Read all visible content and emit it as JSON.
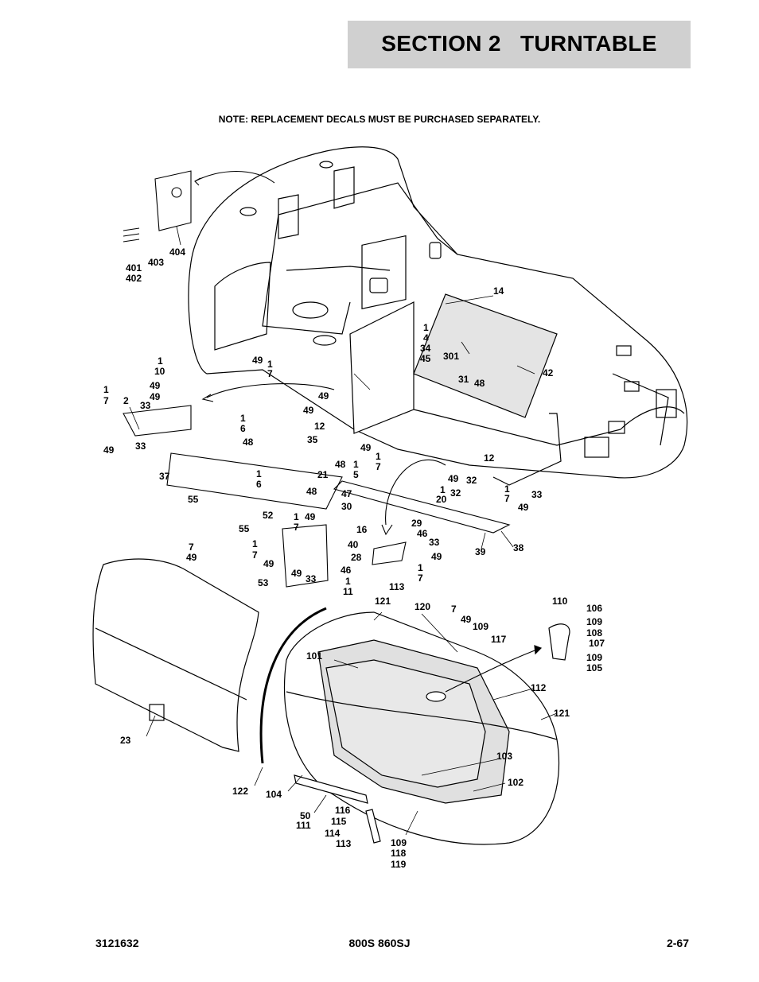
{
  "header": {
    "title": "SECTION 2   TURNTABLE"
  },
  "note": "NOTE: REPLACEMENT DECALS MUST BE PURCHASED SEPARATELY.",
  "footer": {
    "left": "3121632",
    "center": "800S 860SJ",
    "right": "2-67"
  },
  "callouts": [
    {
      "id": "c404",
      "text": "404"
    },
    {
      "id": "c403",
      "text": "403"
    },
    {
      "id": "c401",
      "text": "401"
    },
    {
      "id": "c402",
      "text": "402"
    },
    {
      "id": "c14",
      "text": "14"
    },
    {
      "id": "c1a",
      "text": "1"
    },
    {
      "id": "c4",
      "text": "4"
    },
    {
      "id": "c34",
      "text": "34"
    },
    {
      "id": "c45",
      "text": "45"
    },
    {
      "id": "c301",
      "text": "301"
    },
    {
      "id": "c31",
      "text": "31"
    },
    {
      "id": "c48a",
      "text": "48"
    },
    {
      "id": "c42",
      "text": "42"
    },
    {
      "id": "c1b",
      "text": "1"
    },
    {
      "id": "c10",
      "text": "10"
    },
    {
      "id": "c49a",
      "text": "49"
    },
    {
      "id": "c49b",
      "text": "49"
    },
    {
      "id": "c1c",
      "text": "1"
    },
    {
      "id": "c7a",
      "text": "7"
    },
    {
      "id": "c49c",
      "text": "49"
    },
    {
      "id": "c49d",
      "text": "49"
    },
    {
      "id": "c33a",
      "text": "33"
    },
    {
      "id": "c1d",
      "text": "1"
    },
    {
      "id": "c7b",
      "text": "7"
    },
    {
      "id": "c2",
      "text": "2"
    },
    {
      "id": "c33b",
      "text": "33"
    },
    {
      "id": "c49e",
      "text": "49"
    },
    {
      "id": "c33c",
      "text": "33"
    },
    {
      "id": "c49f",
      "text": "49"
    },
    {
      "id": "c1e",
      "text": "1"
    },
    {
      "id": "c6a",
      "text": "6"
    },
    {
      "id": "c48b",
      "text": "48"
    },
    {
      "id": "c12a",
      "text": "12"
    },
    {
      "id": "c35",
      "text": "35"
    },
    {
      "id": "c49g",
      "text": "49"
    },
    {
      "id": "c48c",
      "text": "48"
    },
    {
      "id": "c1f",
      "text": "1"
    },
    {
      "id": "c1g",
      "text": "1"
    },
    {
      "id": "c7c",
      "text": "7"
    },
    {
      "id": "c5",
      "text": "5"
    },
    {
      "id": "c21",
      "text": "21"
    },
    {
      "id": "c37",
      "text": "37"
    },
    {
      "id": "c1h",
      "text": "1"
    },
    {
      "id": "c6b",
      "text": "6"
    },
    {
      "id": "c48d",
      "text": "48"
    },
    {
      "id": "c55a",
      "text": "55"
    },
    {
      "id": "c47",
      "text": "47"
    },
    {
      "id": "c30",
      "text": "30"
    },
    {
      "id": "c12b",
      "text": "12"
    },
    {
      "id": "c49h",
      "text": "49"
    },
    {
      "id": "c32a",
      "text": "32"
    },
    {
      "id": "c1i",
      "text": "1"
    },
    {
      "id": "c20",
      "text": "20"
    },
    {
      "id": "c32b",
      "text": "32"
    },
    {
      "id": "c33d",
      "text": "33"
    },
    {
      "id": "c1j",
      "text": "1"
    },
    {
      "id": "c7d",
      "text": "7"
    },
    {
      "id": "c49i",
      "text": "49"
    },
    {
      "id": "c52",
      "text": "52"
    },
    {
      "id": "c1k",
      "text": "1"
    },
    {
      "id": "c49j",
      "text": "49"
    },
    {
      "id": "c55b",
      "text": "55"
    },
    {
      "id": "c7e",
      "text": "7"
    },
    {
      "id": "c1l",
      "text": "1"
    },
    {
      "id": "c7f",
      "text": "7"
    },
    {
      "id": "c49k",
      "text": "49"
    },
    {
      "id": "c49l",
      "text": "49"
    },
    {
      "id": "c33e",
      "text": "33"
    },
    {
      "id": "c53",
      "text": "53"
    },
    {
      "id": "c16",
      "text": "16"
    },
    {
      "id": "c29",
      "text": "29"
    },
    {
      "id": "c46a",
      "text": "46"
    },
    {
      "id": "c33f",
      "text": "33"
    },
    {
      "id": "c40",
      "text": "40"
    },
    {
      "id": "c49m",
      "text": "49"
    },
    {
      "id": "c28",
      "text": "28"
    },
    {
      "id": "c1m",
      "text": "1"
    },
    {
      "id": "c7g",
      "text": "7"
    },
    {
      "id": "c46b",
      "text": "46"
    },
    {
      "id": "c1n",
      "text": "1"
    },
    {
      "id": "c11",
      "text": "11"
    },
    {
      "id": "c113a",
      "text": "113"
    },
    {
      "id": "c39",
      "text": "39"
    },
    {
      "id": "c38",
      "text": "38"
    },
    {
      "id": "c7h",
      "text": "7"
    },
    {
      "id": "c49n",
      "text": "49"
    },
    {
      "id": "c121a",
      "text": "121"
    },
    {
      "id": "c120",
      "text": "120"
    },
    {
      "id": "c7i",
      "text": "7"
    },
    {
      "id": "c49o",
      "text": "49"
    },
    {
      "id": "c109a",
      "text": "109"
    },
    {
      "id": "c117",
      "text": "117"
    },
    {
      "id": "c110",
      "text": "110"
    },
    {
      "id": "c106",
      "text": "106"
    },
    {
      "id": "c109b",
      "text": "109"
    },
    {
      "id": "c108",
      "text": "108"
    },
    {
      "id": "c107",
      "text": "107"
    },
    {
      "id": "c109c",
      "text": "109"
    },
    {
      "id": "c105",
      "text": "105"
    },
    {
      "id": "c101",
      "text": "101"
    },
    {
      "id": "c112",
      "text": "112"
    },
    {
      "id": "c121b",
      "text": "121"
    },
    {
      "id": "c23",
      "text": "23"
    },
    {
      "id": "c103",
      "text": "103"
    },
    {
      "id": "c102",
      "text": "102"
    },
    {
      "id": "c122",
      "text": "122"
    },
    {
      "id": "c104",
      "text": "104"
    },
    {
      "id": "c50",
      "text": "50"
    },
    {
      "id": "c111",
      "text": "111"
    },
    {
      "id": "c116",
      "text": "116"
    },
    {
      "id": "c115",
      "text": "115"
    },
    {
      "id": "c114",
      "text": "114"
    },
    {
      "id": "c113b",
      "text": "113"
    },
    {
      "id": "c109d",
      "text": "109"
    },
    {
      "id": "c118",
      "text": "118"
    },
    {
      "id": "c119",
      "text": "119"
    }
  ]
}
